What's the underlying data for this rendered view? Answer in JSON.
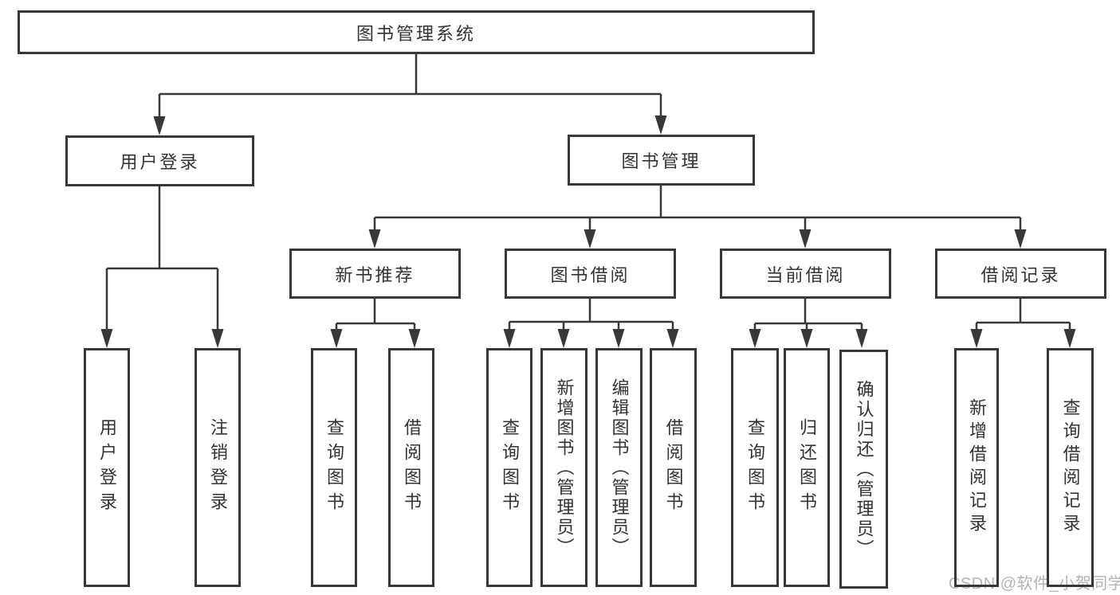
{
  "tree": {
    "root": {
      "label": "图书管理系统"
    },
    "branches": [
      {
        "label": "用户登录",
        "children": [
          {
            "label": "用户登录"
          },
          {
            "label": "注销登录"
          }
        ]
      },
      {
        "label": "图书管理",
        "children": [
          {
            "label": "新书推荐",
            "children": [
              {
                "label": "查询图书"
              },
              {
                "label": "借阅图书"
              }
            ]
          },
          {
            "label": "图书借阅",
            "children": [
              {
                "label": "查询图书"
              },
              {
                "label": "新增图书（管理员）"
              },
              {
                "label": "编辑图书（管理员）"
              },
              {
                "label": "借阅图书"
              }
            ]
          },
          {
            "label": "当前借阅",
            "children": [
              {
                "label": "查询图书"
              },
              {
                "label": "归还图书"
              },
              {
                "label": "确认归还（管理员）"
              }
            ]
          },
          {
            "label": "借阅记录",
            "children": [
              {
                "label": "新增借阅记录"
              },
              {
                "label": "查询借阅记录"
              }
            ]
          }
        ]
      }
    ]
  },
  "watermark": {
    "text": "CSDN @软件_小贺同学"
  },
  "colors": {
    "line": "#383838",
    "box_border": "#383838",
    "text": "#333333",
    "watermark": "#b3b3b3",
    "background": "#ffffff"
  }
}
